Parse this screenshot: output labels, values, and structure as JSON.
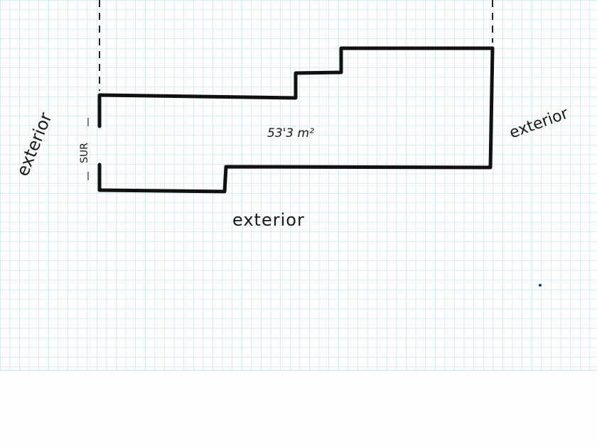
{
  "area_label": "53'3 m²",
  "labels": {
    "exterior_left": "exterior",
    "exterior_right": "exterior",
    "exterior_bottom": "exterior",
    "orientation": "SUR"
  },
  "colors": {
    "paper": "#fdfdfd",
    "grid_line": "#a9d6e8",
    "ink": "#111111"
  }
}
